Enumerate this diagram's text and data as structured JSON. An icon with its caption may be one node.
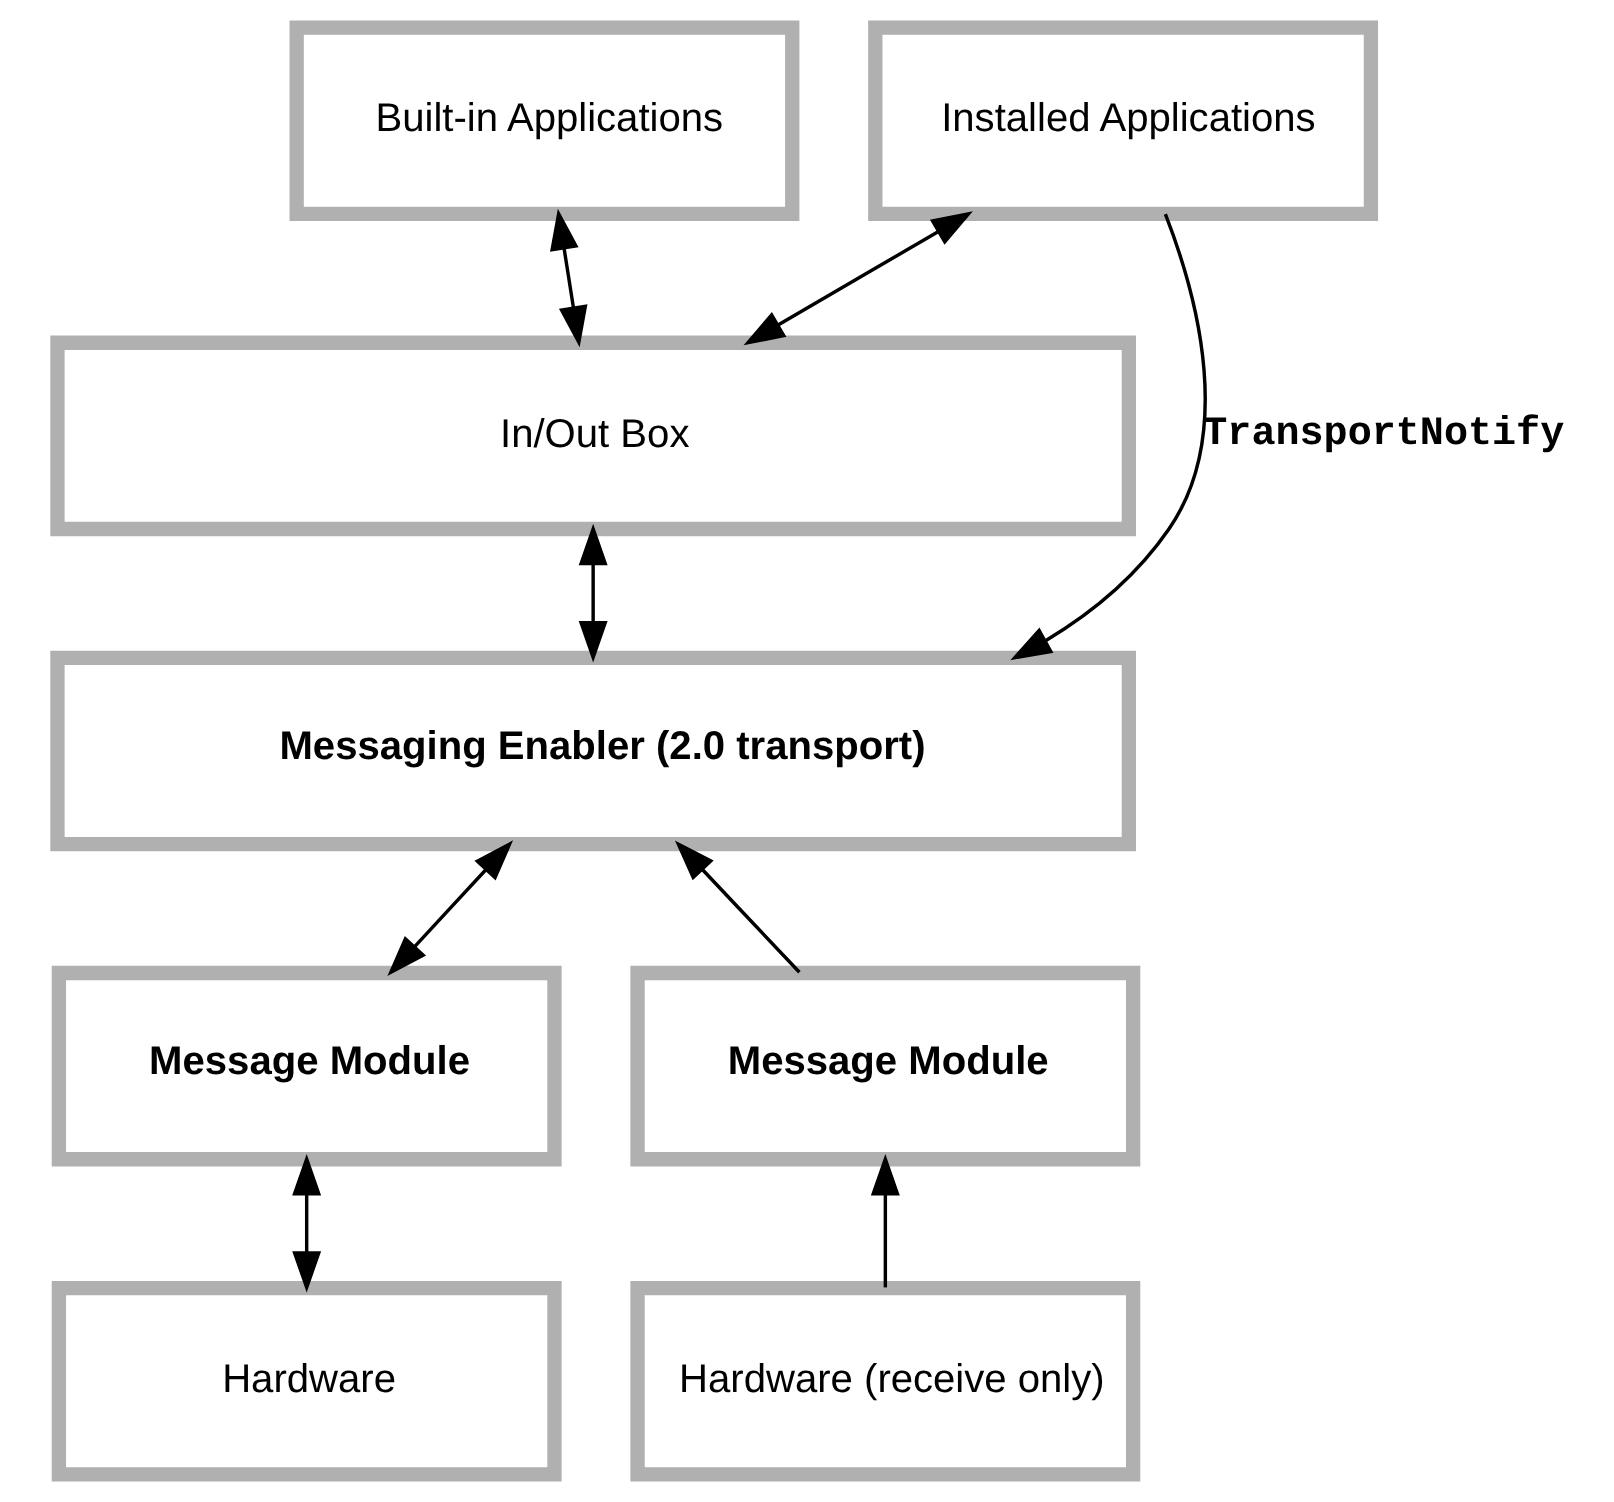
{
  "diagram": {
    "nodes": [
      {
        "text": [
          "Built-in Applications"
        ]
      },
      {
        "text": [
          "Installed Applications"
        ]
      },
      {
        "text": [
          "In/Out Box"
        ]
      },
      {
        "text": [
          "Messaging Enabler (2.0 transport)"
        ]
      },
      {
        "text": [
          "Message Module"
        ]
      },
      {
        "text": [
          "Message Module"
        ]
      },
      {
        "text": [
          "Hardware"
        ]
      },
      {
        "text": [
          "Hardware (receive only)"
        ]
      }
    ],
    "edges": [
      {
        "from": 0,
        "to": 2,
        "arrow": "both"
      },
      {
        "from": 1,
        "to": 2,
        "arrow": "both"
      },
      {
        "from": 2,
        "to": 3,
        "arrow": "both"
      },
      {
        "from": 1,
        "to": 3,
        "arrow": "to",
        "label": "TransportNotify"
      },
      {
        "from": 3,
        "to": 4,
        "arrow": "both"
      },
      {
        "from": 5,
        "to": 3,
        "arrow": "to"
      },
      {
        "from": 4,
        "to": 6,
        "arrow": "both"
      },
      {
        "from": 7,
        "to": 5,
        "arrow": "to"
      }
    ]
  }
}
